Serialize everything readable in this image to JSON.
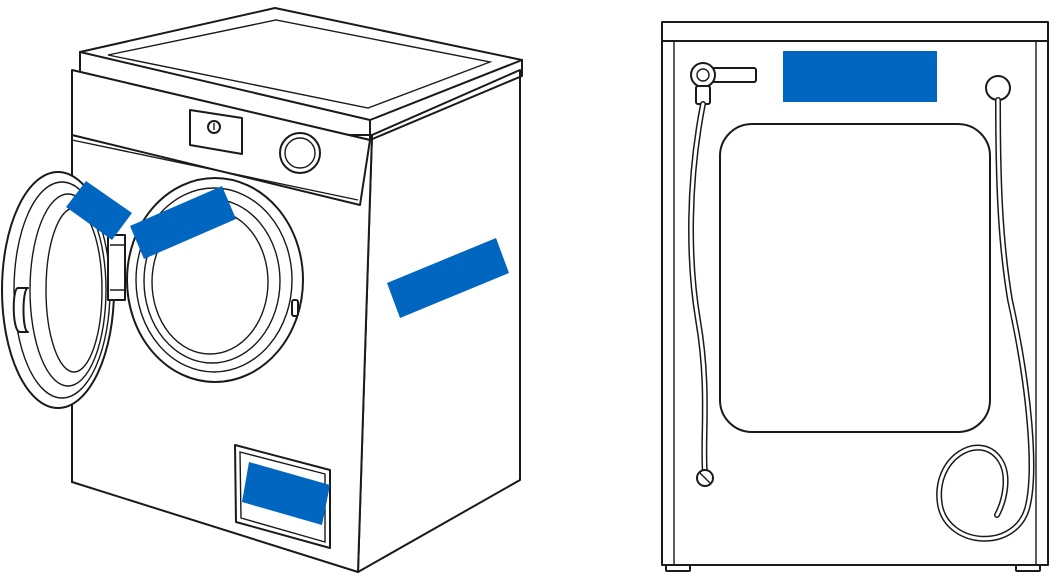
{
  "colors": {
    "line": "#1a1a1a",
    "background": "#ffffff",
    "tape": "#0066c0"
  },
  "illustrations": [
    {
      "id": "front-view",
      "tapes": [
        "door-hinge-tape",
        "door-top-tape",
        "side-panel-tape",
        "filter-flap-tape"
      ]
    },
    {
      "id": "rear-view",
      "tapes": [
        "rear-top-tape"
      ]
    }
  ]
}
